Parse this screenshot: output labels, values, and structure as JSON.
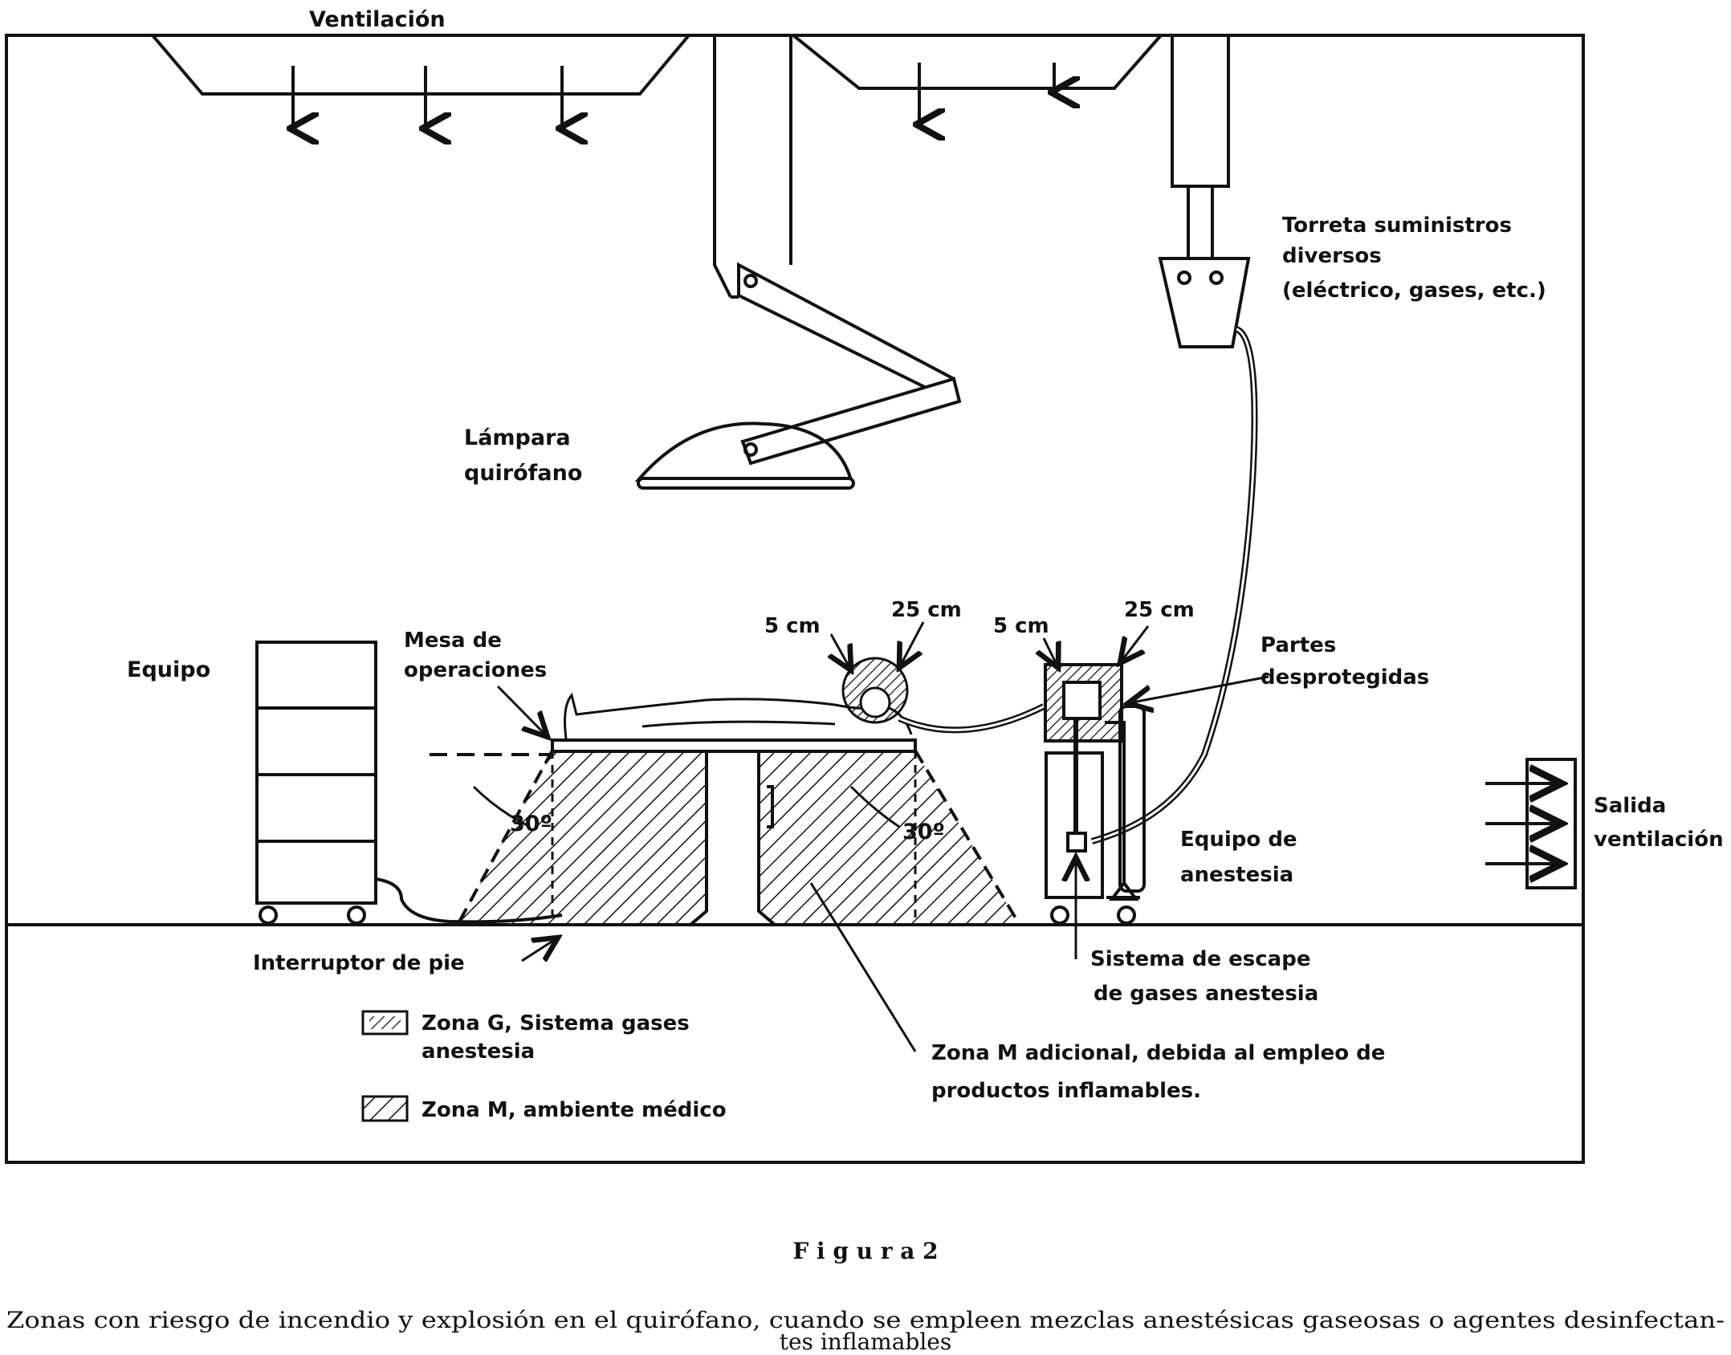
{
  "labels": {
    "ventilacion": "Ventilación",
    "torreta_1": "Torreta suministros",
    "torreta_2": "diversos",
    "torreta_3": "(eléctrico, gases, etc.)",
    "lampara_1": "Lámpara",
    "lampara_2": "quirófano",
    "equipo": "Equipo",
    "mesa_1": "Mesa de",
    "mesa_2": "operaciones",
    "dist_5cm_a": "5 cm",
    "dist_25cm_a": "25 cm",
    "dist_5cm_b": "5 cm",
    "dist_25cm_b": "25 cm",
    "partes_1": "Partes",
    "partes_2": "desprotegidas",
    "salida_1": "Salida",
    "salida_2": "ventilación",
    "angle_left": "30º",
    "angle_right": "30º",
    "equipo_anestesia_1": "Equipo de",
    "equipo_anestesia_2": "anestesia",
    "interruptor": "Interruptor de pie",
    "sistema_escape_1": "Sistema de escape",
    "sistema_escape_2": "de gases anestesia",
    "zona_m_adicional_1": "Zona M adicional, debida al empleo de",
    "zona_m_adicional_2": "productos inflamables.",
    "zona_g_1": "Zona G, Sistema gases",
    "zona_g_2": "anestesia",
    "zona_m": "Zona M, ambiente médico"
  },
  "caption": {
    "figure": "F i g u r a   2",
    "line1": "Zonas con riesgo de incendio y explosión en el quirófano, cuando se empleen mezclas anestésicas gaseosas o agentes desinfectan-",
    "line2": "tes inflamables"
  }
}
